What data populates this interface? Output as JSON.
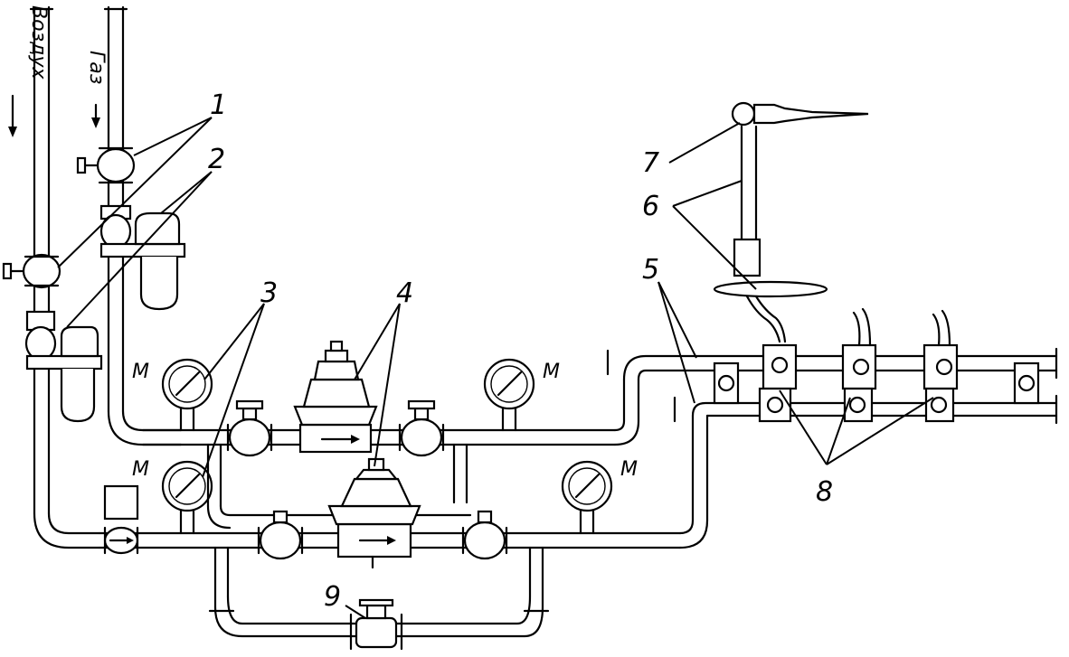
{
  "labels": {
    "air": "Воздух",
    "gas": "Газ",
    "gauge": "М"
  },
  "callouts": {
    "c1": "1",
    "c2": "2",
    "c3": "3",
    "c4": "4",
    "c5": "5",
    "c6": "6",
    "c7": "7",
    "c8": "8",
    "c9": "9"
  }
}
